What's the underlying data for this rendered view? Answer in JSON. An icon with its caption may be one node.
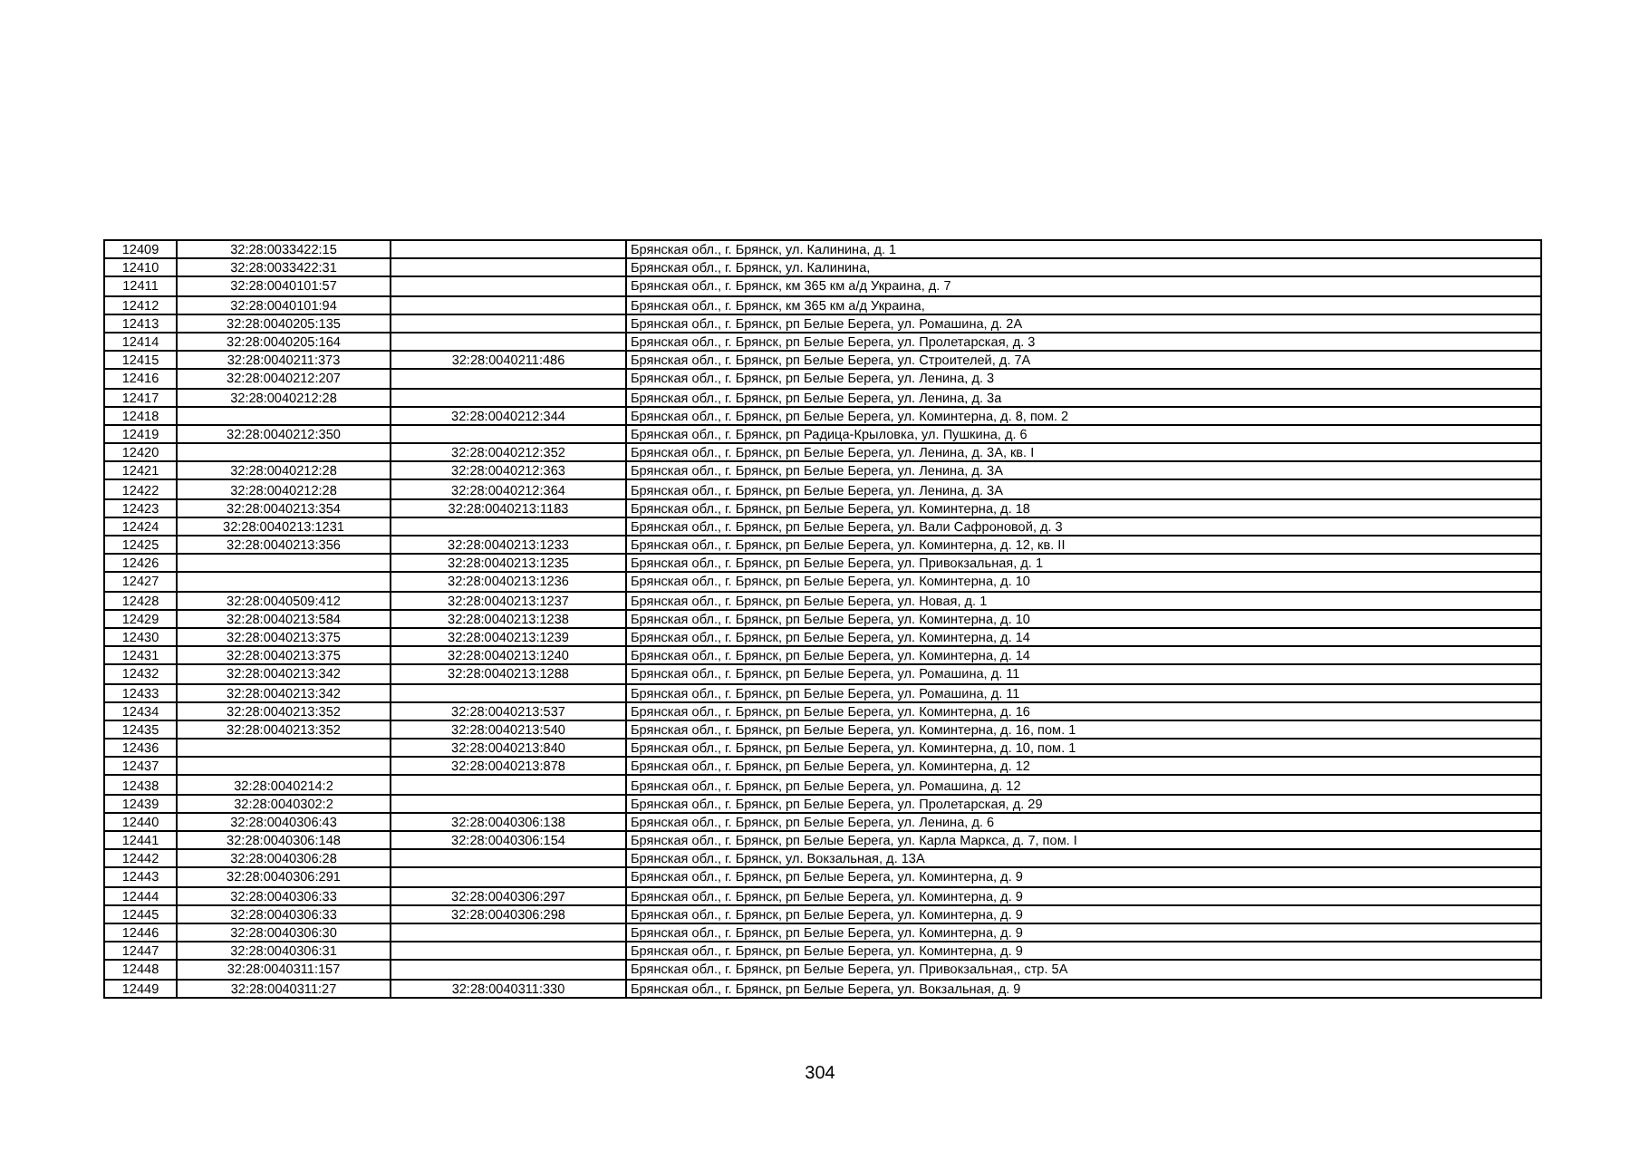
{
  "diagram": {
    "labels": [
      "12409",
      "32:28:0033422:15",
      "Брянская обл., г. Брянск, ул. Калинина, д. 1",
      "12410",
      "32:28:0033422:31",
      "Брянская обл., г. Брянск, ул. Калинина,",
      "12411",
      "32:28:0040101:57",
      "Брянская обл., г. Брянск, км 365 км а/д Украина, д. 7",
      "12412",
      "32:28:0040101:94",
      "Брянская обл., г. Брянск, км 365 км а/д Украина,",
      "12413",
      "32:28:0040205:135",
      "Брянская обл., г. Брянск, рп Белые Берега, ул. Ромашина, д. 2А",
      "12414",
      "32:28:0040205:164",
      "Брянская обл., г. Брянск, рп Белые Берега, ул. Пролетарская, д. 3",
      "12415",
      "32:28:0040211:373",
      "32:28:0040211:486",
      "Брянская обл., г. Брянск, рп Белые Берега, ул. Строителей, д. 7А",
      "12416",
      "32:28:0040212:207",
      "Брянская обл., г. Брянск, рп Белые Берега, ул. Ленина, д. 3",
      "12417",
      "32:28:0040212:28",
      "Брянская обл., г. Брянск, рп Белые Берега, ул. Ленина, д. 3а",
      "12418",
      "32:28:0040212:344",
      "Брянская обл., г. Брянск, рп Белые Берега, ул. Коминтерна, д. 8, пом. 2",
      "12419",
      "32:28:0040212:350",
      "Брянская обл., г. Брянск, рп Радица-Крыловка, ул. Пушкина, д. 6",
      "12420",
      "32:28:0040212:352",
      "Брянская обл., г. Брянск, рп Белые Берега, ул. Ленина, д. 3А, кв. I",
      "12421",
      "32:28:0040212:28",
      "32:28:0040212:363",
      "Брянская обл., г. Брянск, рп Белые Берега, ул. Ленина, д. 3А",
      "12422",
      "32:28:0040212:28",
      "32:28:0040212:364",
      "Брянская обл., г. Брянск, рп Белые Берега, ул. Ленина, д. 3А",
      "12423",
      "32:28:0040213:354",
      "32:28:0040213:1183",
      "Брянская обл., г. Брянск, рп Белые Берега, ул. Коминтерна, д. 18",
      "12424",
      "32:28:0040213:1231",
      "Брянская обл., г. Брянск, рп Белые Берега, ул. Вали Сафроновой, д. 3",
      "12425",
      "32:28:0040213:356",
      "32:28:0040213:1233",
      "Брянская обл., г. Брянск, рп Белые Берега, ул. Коминтерна, д. 12, кв. II",
      "12426",
      "32:28:0040213:1235",
      "Брянская обл., г. Брянск, рп Белые Берега, ул. Привокзальная, д. 1",
      "12427",
      "32:28:0040213:1236",
      "Брянская обл., г. Брянск, рп Белые Берега, ул. Коминтерна, д. 10",
      "12428",
      "32:28:0040509:412",
      "32:28:0040213:1237",
      "Брянская обл., г. Брянск, рп Белые Берега, ул. Новая, д. 1",
      "12429",
      "32:28:0040213:584",
      "32:28:0040213:1238",
      "Брянская обл., г. Брянск, рп Белые Берега, ул. Коминтерна, д. 10",
      "12430",
      "32:28:0040213:375",
      "32:28:0040213:1239",
      "Брянская обл., г. Брянск, рп Белые Берега, ул. Коминтерна, д. 14",
      "12431",
      "32:28:0040213:375",
      "32:28:0040213:1240",
      "Брянская обл., г. Брянск, рп Белые Берега, ул. Коминтерна, д. 14",
      "12432",
      "32:28:0040213:342",
      "32:28:0040213:1288",
      "Брянская обл., г. Брянск, рп Белые Берега, ул. Ромашина, д. 11",
      "12433",
      "32:28:0040213:342",
      "Брянская обл., г. Брянск, рп Белые Берега, ул. Ромашина, д. 11",
      "12434",
      "32:28:0040213:352",
      "32:28:0040213:537",
      "Брянская обл., г. Брянск, рп Белые Берега, ул. Коминтерна, д. 16",
      "12435",
      "32:28:0040213:352",
      "32:28:0040213:540",
      "Брянская обл., г. Брянск, рп Белые Берега, ул. Коминтерна, д. 16, пом. 1",
      "12436",
      "32:28:0040213:840",
      "Брянская обл., г. Брянск, рп Белые Берега, ул. Коминтерна, д. 10, пом. 1",
      "12437",
      "32:28:0040213:878",
      "Брянская обл., г. Брянск, рп Белые Берега, ул. Коминтерна, д. 12",
      "12438",
      "32:28:0040214:2",
      "Брянская обл., г. Брянск, рп Белые Берега, ул. Ромашина, д. 12",
      "12439",
      "32:28:0040302:2",
      "Брянская обл., г. Брянск, рп Белые Берега, ул. Пролетарская, д. 29",
      "12440",
      "32:28:0040306:43",
      "32:28:0040306:138",
      "Брянская обл., г. Брянск, рп Белые Берега, ул. Ленина, д. 6",
      "12441",
      "32:28:0040306:148",
      "32:28:0040306:154",
      "Брянская обл., г. Брянск, рп Белые Берега, ул. Карла Маркса, д. 7, пом. I",
      "12442",
      "32:28:0040306:28",
      "Брянская обл., г. Брянск, ул. Вокзальная, д. 13А",
      "12443",
      "32:28:0040306:291",
      "Брянская обл., г. Брянск, рп Белые Берега, ул. Коминтерна, д. 9",
      "12444",
      "32:28:0040306:33",
      "32:28:0040306:297",
      "Брянская обл., г. Брянск, рп Белые Берега, ул. Коминтерна, д. 9",
      "12445",
      "32:28:0040306:33",
      "32:28:0040306:298",
      "Брянская обл., г. Брянск, рп Белые Берега, ул. Коминтерна, д. 9",
      "12446",
      "32:28:0040306:30",
      "Брянская обл., г. Брянск, рп Белые Берега, ул. Коминтерна, д. 9",
      "12447",
      "32:28:0040306:31",
      "Брянская обл., г. Брянск, рп Белые Берега, ул. Коминтерна, д. 9",
      "12448",
      "32:28:0040311:157",
      "Брянская обл., г. Брянск, рп Белые Берега, ул. Привокзальная,, стр. 5А",
      "12449",
      "32:28:0040311:27",
      "32:28:0040311:330",
      "Брянская обл., г. Брянск, рп Белые Берега, ул. Вокзальная, д. 9",
      "304"
    ]
  }
}
